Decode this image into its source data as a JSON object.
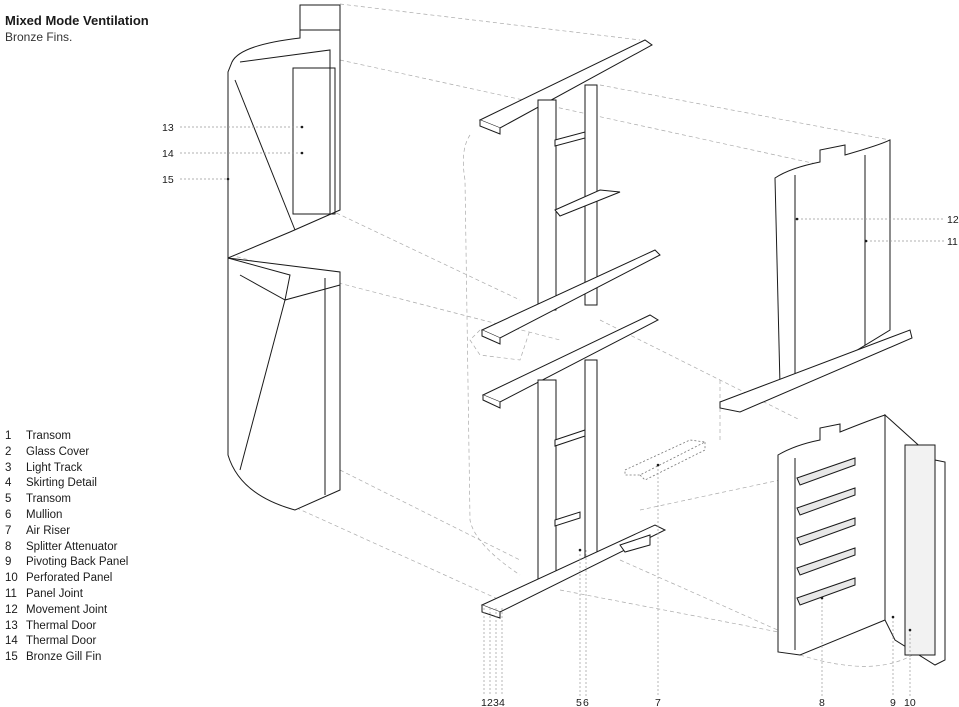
{
  "title": "Mixed Mode Ventilation",
  "subtitle": "Bronze Fins.",
  "legend": [
    {
      "num": "1",
      "label": "Transom"
    },
    {
      "num": "2",
      "label": "Glass Cover"
    },
    {
      "num": "3",
      "label": "Light Track"
    },
    {
      "num": "4",
      "label": "Skirting Detail"
    },
    {
      "num": "5",
      "label": "Transom"
    },
    {
      "num": "6",
      "label": "Mullion"
    },
    {
      "num": "7",
      "label": "Air Riser"
    },
    {
      "num": "8",
      "label": "Splitter Attenuator"
    },
    {
      "num": "9",
      "label": "Pivoting Back Panel"
    },
    {
      "num": "10",
      "label": "Perforated Panel"
    },
    {
      "num": "11",
      "label": "Panel Joint"
    },
    {
      "num": "12",
      "label": "Movement Joint"
    },
    {
      "num": "13",
      "label": "Thermal Door"
    },
    {
      "num": "14",
      "label": "Thermal Door"
    },
    {
      "num": "15",
      "label": "Bronze Gill Fin"
    }
  ],
  "callouts": {
    "c13": "13",
    "c14": "14",
    "c15": "15",
    "c12": "12",
    "c11": "11",
    "b1": "1",
    "b2": "2",
    "b3": "3",
    "b4": "4",
    "b5": "5",
    "b6": "6",
    "b7": "7",
    "b8": "8",
    "b9": "9",
    "b10": "10"
  },
  "colors": {
    "line": "#1a1a1a",
    "leader": "#999999",
    "fill": "#ffffff"
  }
}
